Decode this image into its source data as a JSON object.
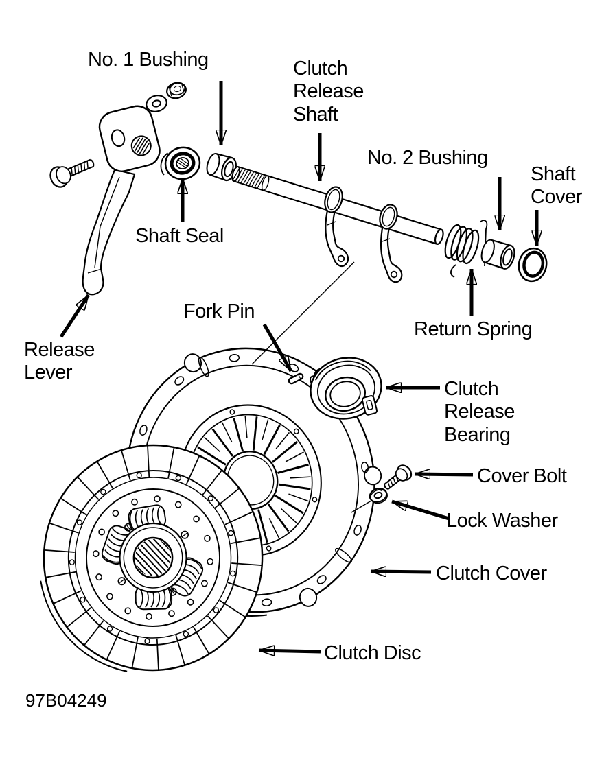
{
  "figure": {
    "code": "97B04249",
    "ink_color": "#000000",
    "paper_color": "#ffffff",
    "type": "exploded-view clutch assembly diagram"
  },
  "labels": {
    "no1_bushing": "No. 1 Bushing",
    "clutch_release_shaft": "Clutch\nRelease\nShaft",
    "no2_bushing": "No. 2 Bushing",
    "shaft_cover": "Shaft\nCover",
    "shaft_seal": "Shaft Seal",
    "return_spring": "Return Spring",
    "fork_pin": "Fork Pin",
    "release_lever": "Release\nLever",
    "clutch_release_bearing": "Clutch\nRelease\nBearing",
    "cover_bolt": "Cover Bolt",
    "lock_washer": "Lock Washer",
    "clutch_cover": "Clutch Cover",
    "clutch_disc": "Clutch Disc"
  }
}
